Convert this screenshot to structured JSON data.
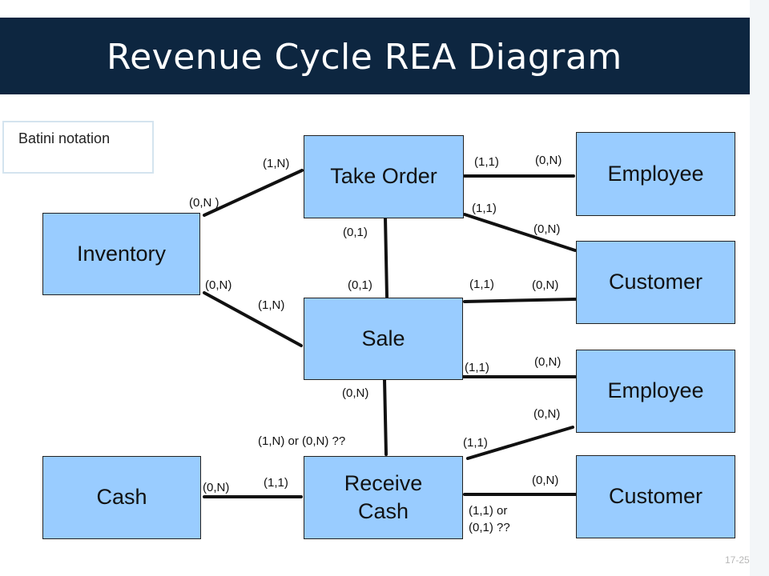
{
  "title": "Revenue Cycle REA Diagram",
  "notation_label": "Batini notation",
  "entities": {
    "take_order": "Take Order",
    "employee_top": "Employee",
    "inventory": "Inventory",
    "customer_top": "Customer",
    "sale": "Sale",
    "employee_bottom": "Employee",
    "cash": "Cash",
    "receive_cash": "Receive\nCash",
    "customer_bottom": "Customer"
  },
  "cardinalities": {
    "inv_takeorder_near_takeorder": "(1,N)",
    "inv_takeorder_near_inventory": "(0,N )",
    "takeorder_emp_near_takeorder": "(1,1)",
    "takeorder_emp_near_employee": "(0,N)",
    "takeorder_cust_near_takeorder": "(1,1)",
    "takeorder_cust_near_customer": "(0,N)",
    "takeorder_sale_near_takeorder": "(0,1)",
    "takeorder_sale_near_sale": "(0,1)",
    "inv_sale_near_inventory": "(0,N)",
    "inv_sale_near_sale": "(1,N)",
    "sale_cust_near_sale": "(1,1)",
    "sale_cust_near_customer": "(0,N)",
    "sale_emp_near_sale": "(1,1)",
    "sale_emp_near_employee": "(0,N)",
    "sale_receive_near_sale": "(0,N)",
    "sale_receive_near_receive": "(1,N) or (0,N) ??",
    "receive_emp_near_employee": "(0,N)",
    "receive_emp_near_receive": "(1,1)",
    "cash_receive_near_cash": "(0,N)",
    "cash_receive_near_receive": "(1,1)",
    "receive_cust_near_customer": "(0,N)",
    "receive_cust_near_receive_line1": "(1,1) or",
    "receive_cust_near_receive_line2": "(0,1) ??"
  },
  "page_number": "17-25",
  "colors": {
    "title_bar": "#0d2640",
    "entity_fill": "#99ccff",
    "line": "#111111"
  }
}
